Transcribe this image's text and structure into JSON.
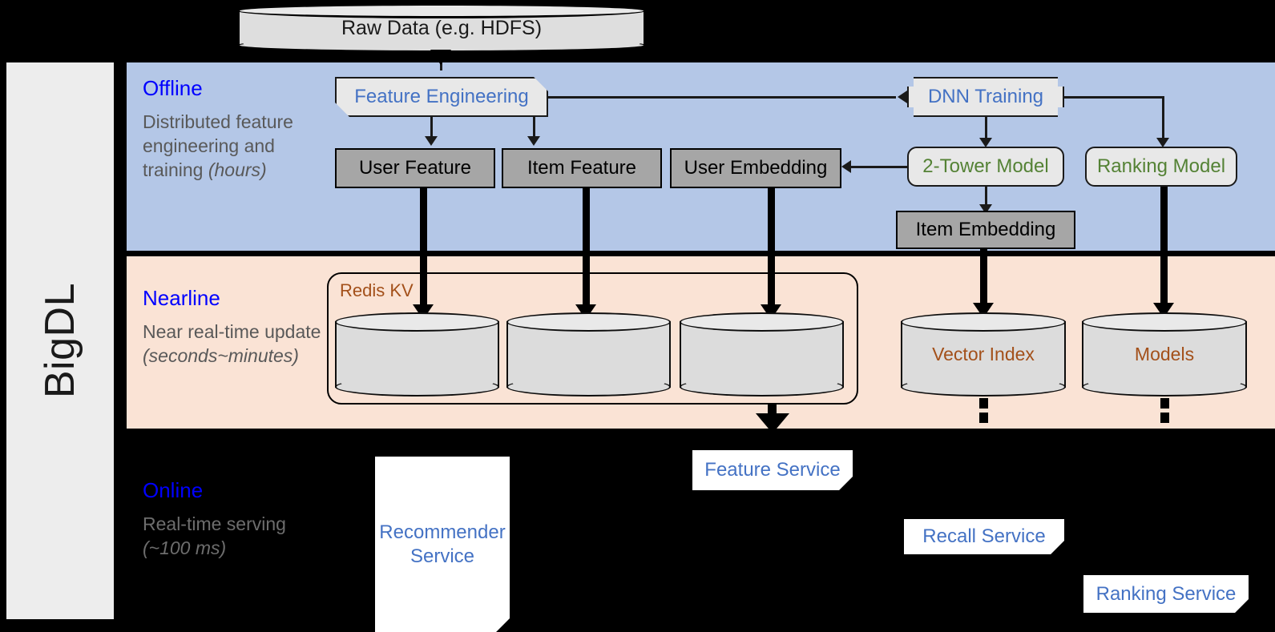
{
  "framework": {
    "name": "BigDL"
  },
  "source": {
    "label": "Raw Data (e.g. HDFS)"
  },
  "stages": [
    {
      "key": "offline",
      "title": "Offline",
      "desc_line1": "Distributed feature engineering and training ",
      "desc_em": "(hours)"
    },
    {
      "key": "nearline",
      "title": "Nearline",
      "desc_line1": "Near real-time update ",
      "desc_em": "(seconds~minutes)"
    },
    {
      "key": "online",
      "title": "Online",
      "desc_line1": "Real-time serving ",
      "desc_em": "(~100 ms)"
    }
  ],
  "offline": {
    "feature_engineering": "Feature Engineering",
    "dnn_training": "DNN Training",
    "user_feature": "User Feature",
    "item_feature": "Item Feature",
    "user_embedding": "User Embedding",
    "two_tower_model": "2-Tower Model",
    "ranking_model": "Ranking Model",
    "item_embedding": "Item Embedding"
  },
  "nearline": {
    "redis_kv": "Redis KV",
    "store_user_feature": "",
    "store_item_feature": "",
    "store_user_embedding": "",
    "vector_index": "Vector Index",
    "models": "Models"
  },
  "online": {
    "recommender_service": "Recommender Service",
    "feature_service": "Feature Service",
    "recall_service": "Recall Service",
    "ranking_service": "Ranking Service"
  },
  "colors": {
    "offline_band": "#b4c7e7",
    "nearline_band": "#fae3d5",
    "online_band": "#000000",
    "stage_title": "#0000ff",
    "stage_desc": "#595959",
    "blue_node_text": "#4472c4",
    "green_node_text": "#548235",
    "brown_node_text": "#a3501a",
    "gray_node_fill": "#a6a6a6",
    "light_node_fill": "#e8e8e8",
    "sidebar_fill": "#ededed"
  }
}
